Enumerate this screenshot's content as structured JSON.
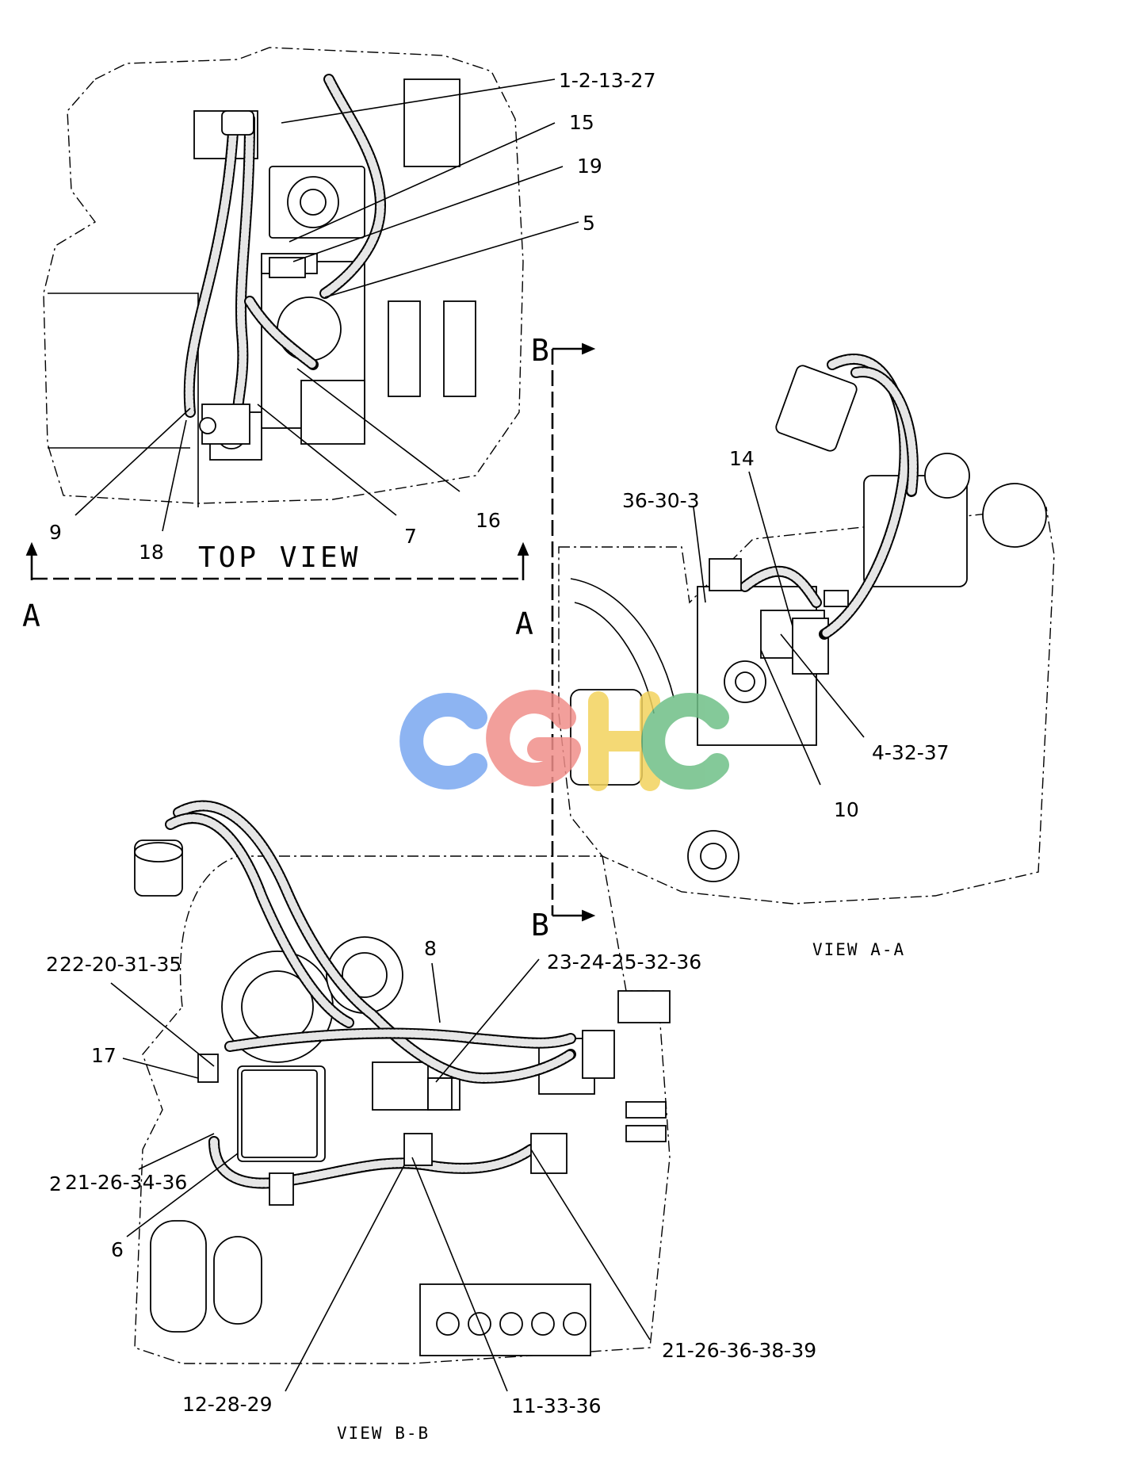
{
  "views": {
    "top": {
      "title": "TOP VIEW"
    },
    "a_a": {
      "title": "VIEW A-A"
    },
    "b_b": {
      "title": "VIEW B-B"
    }
  },
  "section_markers": {
    "a_left": "A",
    "a_right": "A",
    "b_top": "B",
    "b_bottom": "B"
  },
  "callouts": {
    "c_1_2_13_27": "1-2-13-27",
    "c_15": "15",
    "c_19": "19",
    "c_5": "5",
    "c_9": "9",
    "c_18": "18",
    "c_7": "7",
    "c_16": "16",
    "c_36_30_3": "36-30-3",
    "c_14": "14",
    "c_4_32_37": "4-32-37",
    "c_10": "10",
    "c_8": "8",
    "c_22_20_31_35": "22-20-31-35",
    "c_22_prefix": "2",
    "c_23_24_25_32_36": "23-24-25-32-36",
    "c_17": "17",
    "c_21_26_34_36": "21-26-34-36",
    "c_21_prefix": "2",
    "c_6": "6",
    "c_21_26_36_38_39": "21-26-36-38-39",
    "c_12_28_29": "12-28-29",
    "c_11_33_36": "11-33-36"
  },
  "watermark": {
    "text": "CGHC",
    "colors": [
      "#7aa7f0",
      "#f08f8a",
      "#f3d35e",
      "#6fbf87"
    ]
  }
}
